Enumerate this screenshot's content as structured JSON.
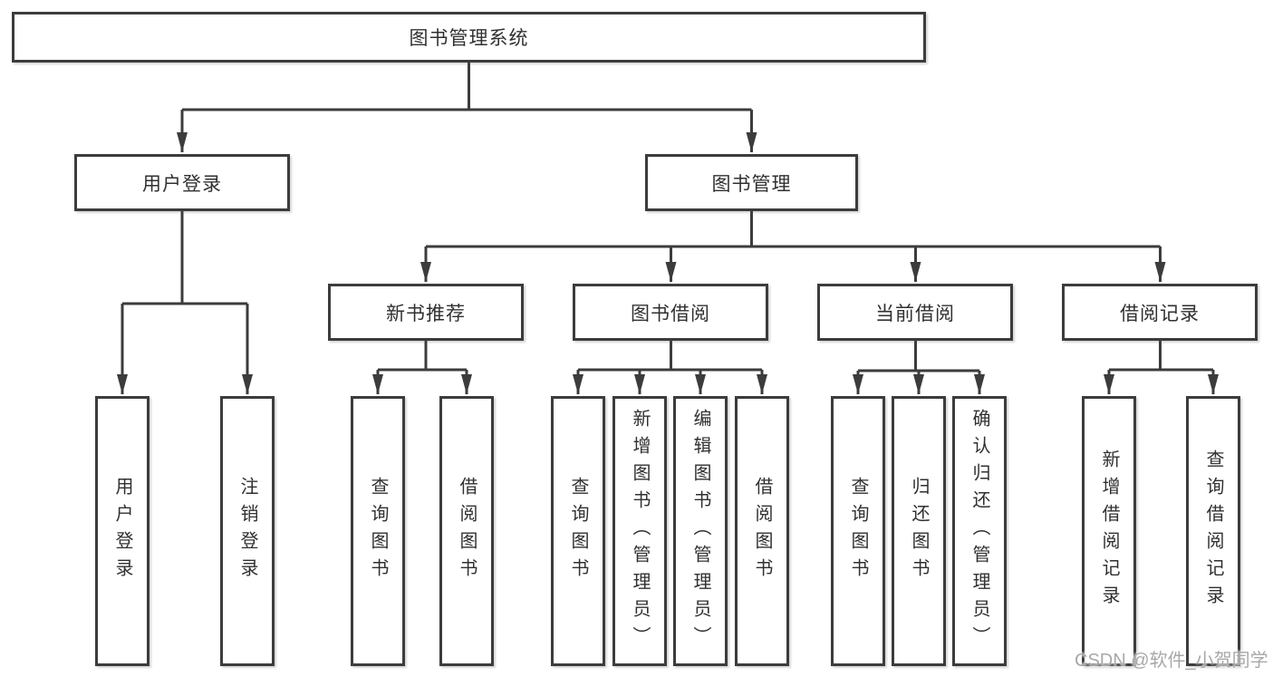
{
  "tree": {
    "label": "图书管理系统",
    "children": [
      {
        "label": "用户登录",
        "children": [
          {
            "label": "用户登录"
          },
          {
            "label": "注销登录"
          }
        ]
      },
      {
        "label": "图书管理",
        "children": [
          {
            "label": "新书推荐",
            "children": [
              {
                "label": "查询图书"
              },
              {
                "label": "借阅图书"
              }
            ]
          },
          {
            "label": "图书借阅",
            "children": [
              {
                "label": "查询图书"
              },
              {
                "label": "新增图书（管理员）"
              },
              {
                "label": "编辑图书（管理员）"
              },
              {
                "label": "借阅图书"
              }
            ]
          },
          {
            "label": "当前借阅",
            "children": [
              {
                "label": "查询图书"
              },
              {
                "label": "归还图书"
              },
              {
                "label": "确认归还（管理员）"
              }
            ]
          },
          {
            "label": "借阅记录",
            "children": [
              {
                "label": "新增借阅记录"
              },
              {
                "label": "查询借阅记录"
              }
            ]
          }
        ]
      }
    ]
  },
  "watermark": "CSDN @软件_小贺同学",
  "colors": {
    "line": "#3c3c3c",
    "box_border": "#3c3c3c",
    "text": "#303030",
    "watermark": "#a8a8a8",
    "background": "#ffffff"
  }
}
